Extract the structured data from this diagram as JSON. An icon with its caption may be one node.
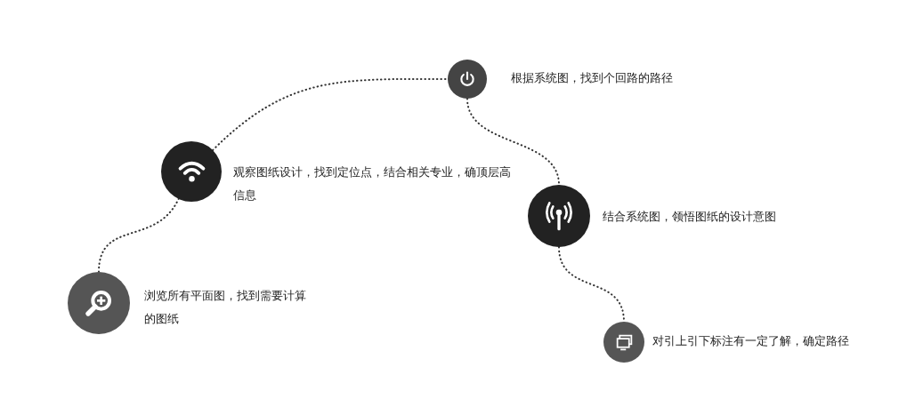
{
  "diagram": {
    "nodes": [
      {
        "text": [],
        "shape": "circle",
        "beside": [
          "浏览所有平面图，找到需要计算的图纸"
        ]
      },
      {
        "text": [],
        "shape": "circle",
        "beside": [
          "观察图纸设计，找到定位点，结合相关专业，确顶层高信息"
        ]
      },
      {
        "text": [],
        "shape": "circle",
        "beside": [
          "根据系统图，找到个回路的路径"
        ]
      },
      {
        "text": [],
        "shape": "circle",
        "beside": [
          "结合系统图，领悟图纸的设计意图"
        ]
      },
      {
        "text": [],
        "shape": "circle",
        "beside": [
          "对引上引下标注有一定了解，确定路径"
        ]
      }
    ],
    "edges": [
      {
        "from": 0,
        "to": 1,
        "arrow": "none",
        "style": "dashed"
      },
      {
        "from": 1,
        "to": 2,
        "arrow": "none",
        "style": "dashed"
      },
      {
        "from": 2,
        "to": 3,
        "arrow": "none",
        "style": "dashed"
      },
      {
        "from": 3,
        "to": 4,
        "arrow": "none",
        "style": "dashed"
      }
    ]
  }
}
